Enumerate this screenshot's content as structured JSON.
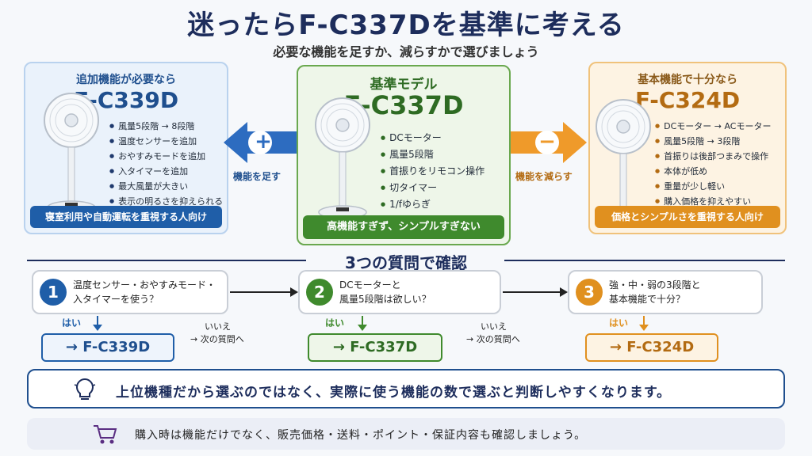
{
  "header": {
    "title": "迷ったらF-C337Dを基準に考える",
    "subtitle": "必要な機能を足すか、減らすかで選びましょう"
  },
  "cards": {
    "left": {
      "tag": "追加機能が必要なら",
      "model": "F-C339D",
      "features": [
        "風量5段階 → 8段階",
        "温度センサーを追加",
        "おやすみモードを追加",
        "入タイマーを追加",
        "最大風量が大きい",
        "表示の明るさを抑えられる"
      ],
      "footer": "寝室利用や自動運転を重視する人向け",
      "color": "#1f5ea8"
    },
    "center": {
      "tag": "基準モデル",
      "model": "F-C337D",
      "features": [
        "DCモーター",
        "風量5段階",
        "首振りをリモコン操作",
        "切タイマー",
        "1/fゆらぎ"
      ],
      "footer": "高機能すぎず、シンプルすぎない",
      "color": "#3f8a2d"
    },
    "right": {
      "tag": "基本機能で十分なら",
      "model": "F-C324D",
      "features": [
        "DCモーター → ACモーター",
        "風量5段階 → 3段階",
        "首振りは後部つまみで操作",
        "本体が低め",
        "重量が少し軽い",
        "購入価格を抑えやすい"
      ],
      "footer": "価格とシンプルさを重視する人向け",
      "color": "#e0901f"
    }
  },
  "arrows": {
    "add_label": "機能を足す",
    "add_symbol": "+",
    "reduce_label": "機能を減らす",
    "reduce_symbol": "−"
  },
  "section_title": "3つの質問で確認",
  "questions": [
    {
      "num": "1",
      "line1": "温度センサー・おやすみモード・",
      "line2": "入タイマーを使う？",
      "yes": "はい",
      "no1": "いいえ",
      "no2": "→ 次の質問へ",
      "result": "→ F-C339D",
      "color": "#1f5ea8"
    },
    {
      "num": "2",
      "line1": "DCモーターと",
      "line2": "風量5段階は欲しい？",
      "yes": "はい",
      "no1": "いいえ",
      "no2": "→ 次の質問へ",
      "result": "→ F-C337D",
      "color": "#3f8a2d"
    },
    {
      "num": "3",
      "line1": "強・中・弱の3段階と",
      "line2": "基本機能で十分？",
      "yes": "はい",
      "result": "→ F-C324D",
      "color": "#e0901f"
    }
  ],
  "tip": {
    "icon": "lightbulb-icon",
    "text": "上位機種だから選ぶのではなく、実際に使う機能の数で選ぶと判断しやすくなります。"
  },
  "note": {
    "icon": "shopping-cart-icon",
    "text": "購入時は機能だけでなく、販売価格・送料・ポイント・保証内容も確認しましょう。"
  }
}
